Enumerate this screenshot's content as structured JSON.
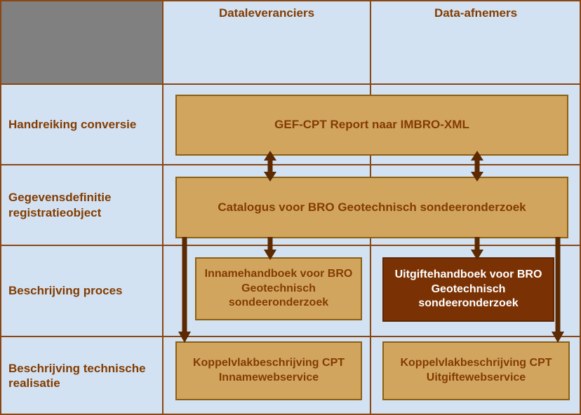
{
  "colors": {
    "background": "#D3E2F2",
    "grid_line": "#8A4613",
    "corner_cell": "#808080",
    "box_fill": "#D2A55F",
    "box_border": "#8C6012",
    "box_text": "#833C00",
    "dark_box_fill": "#7A3103",
    "dark_box_text": "#FFFFFF",
    "arrow": "#5C2900",
    "label_text": "#833C00"
  },
  "header": {
    "columns": [
      {
        "label": "Dataleveranciers"
      },
      {
        "label": "Data-afnemers"
      }
    ]
  },
  "rows": [
    {
      "label": "Handreiking conversie"
    },
    {
      "label": "Gegevensdefinitie registratieobject"
    },
    {
      "label": "Beschrijving proces"
    },
    {
      "label": "Beschrijving technische realisatie"
    }
  ],
  "boxes": {
    "gef": {
      "label": "GEF-CPT Report naar IMBRO-XML"
    },
    "catalogus": {
      "label": "Catalogus voor BRO Geotechnisch sondeeronderzoek"
    },
    "innamehandboek": {
      "label": "Innamehandboek voor BRO Geotechnisch sondeeronderzoek"
    },
    "uitgiftehandboek": {
      "label": "Uitgiftehandboek voor BRO Geotechnisch sondeeronderzoek"
    },
    "koppelvlak_inname": {
      "label": "Koppelvlakbeschrijving CPT Innamewebservice"
    },
    "koppelvlak_uitgifte": {
      "label": "Koppelvlakbeschrijving CPT Uitgiftewebservice"
    }
  }
}
